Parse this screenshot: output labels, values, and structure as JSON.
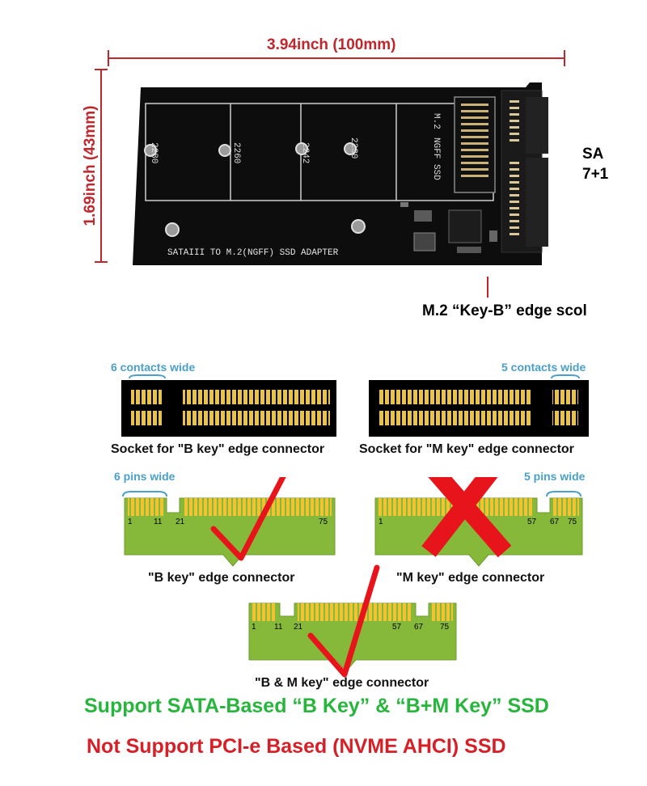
{
  "dimensions": {
    "width_label": "3.94inch (100mm)",
    "height_label": "1.69inch (43mm)"
  },
  "board": {
    "silkscreen": "SATAIII TO M.2(NGFF) SSD ADAPTER",
    "sizes": [
      "2280",
      "2260",
      "2242",
      "2230"
    ],
    "socket_label_1": "M.2",
    "socket_label_2": "NGFF SSD",
    "side_label_1": "SA",
    "side_label_2": "7+1",
    "edge_label": "M.2 “Key-B” edge scol"
  },
  "sockets": {
    "b_wide": "6 contacts wide",
    "m_wide": "5 contacts wide",
    "b_caption": "Socket for \"B key\" edge connector",
    "m_caption": "Socket for \"M key\" edge connector"
  },
  "connectors": {
    "b_pins": "6 pins wide",
    "m_pins": "5 pins wide",
    "b_numbers": [
      "1",
      "11",
      "21",
      "75"
    ],
    "m_numbers": [
      "1",
      "57",
      "67",
      "75"
    ],
    "bm_numbers": [
      "1",
      "11",
      "21",
      "57",
      "67",
      "75"
    ],
    "b_caption": "\"B key\" edge connector",
    "m_caption": "\"M key\" edge connector",
    "bm_caption": "\"B & M key\" edge connector"
  },
  "colors": {
    "dim_red": "#c0272d",
    "check_red": "#e8141b",
    "gold": "#e8c24a",
    "pcb_green": "#86b83a",
    "support_green": "#27b53c",
    "not_support_red": "#d61f26"
  },
  "footer": {
    "support": "Support SATA-Based “B Key” & “B+M Key” SSD",
    "not_support": "Not Support PCI-e Based (NVME  AHCI) SSD"
  }
}
